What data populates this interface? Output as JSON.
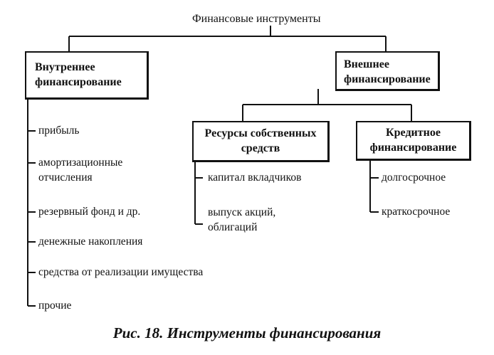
{
  "diagram": {
    "title": "Финансовые инструменты",
    "internal": {
      "line1": "Внутреннее",
      "line2": "финансирование",
      "items": [
        "прибыль",
        "амортизационные",
        "отчисления",
        "резервный фонд и др.",
        "денежные накопления",
        "средства от реализации имущества",
        "прочие"
      ]
    },
    "external": {
      "line1": "Внешнее",
      "line2": "финансирование",
      "own": {
        "line1": "Ресурсы собственных",
        "line2": "средств",
        "items": [
          "капитал вкладчиков",
          "выпуск акций,",
          "облигаций"
        ]
      },
      "credit": {
        "line1": "Кредитное",
        "line2": "финансирование",
        "items": [
          "долгосрочное",
          "краткосрочное"
        ]
      }
    }
  },
  "caption": "Рис. 18. Инструменты финансирования"
}
